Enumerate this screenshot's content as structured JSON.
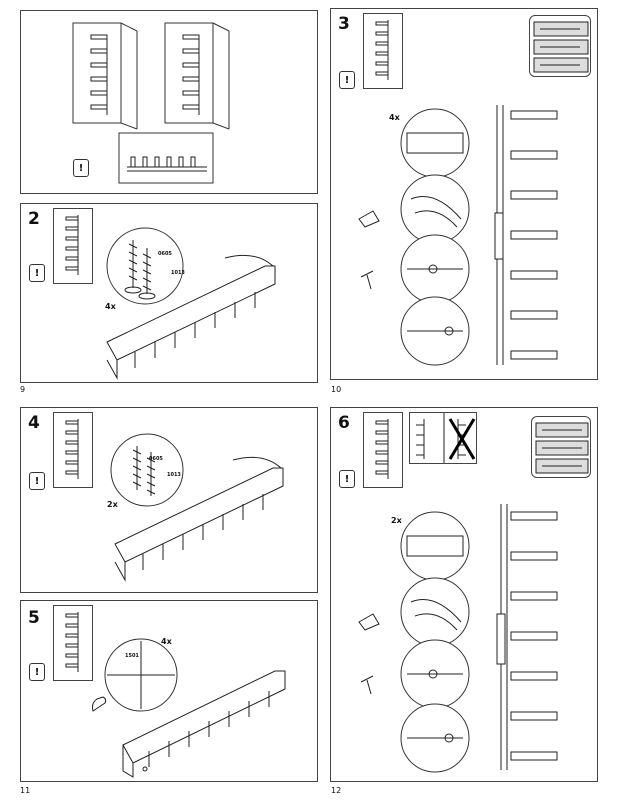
{
  "pages": [
    {
      "number": "9"
    },
    {
      "number": "10"
    },
    {
      "number": "11"
    },
    {
      "number": "12"
    }
  ],
  "steps": [
    {
      "number": "2",
      "count": "4x"
    },
    {
      "number": "3",
      "count": "4x"
    },
    {
      "number": "4",
      "count": "2x"
    },
    {
      "number": "5",
      "count": "4x"
    },
    {
      "number": "6",
      "count": "2x"
    }
  ],
  "parts": {
    "screw_a": "0605",
    "screw_b": "1013",
    "part_rear": "1501"
  },
  "icons": {
    "warning": "!"
  }
}
